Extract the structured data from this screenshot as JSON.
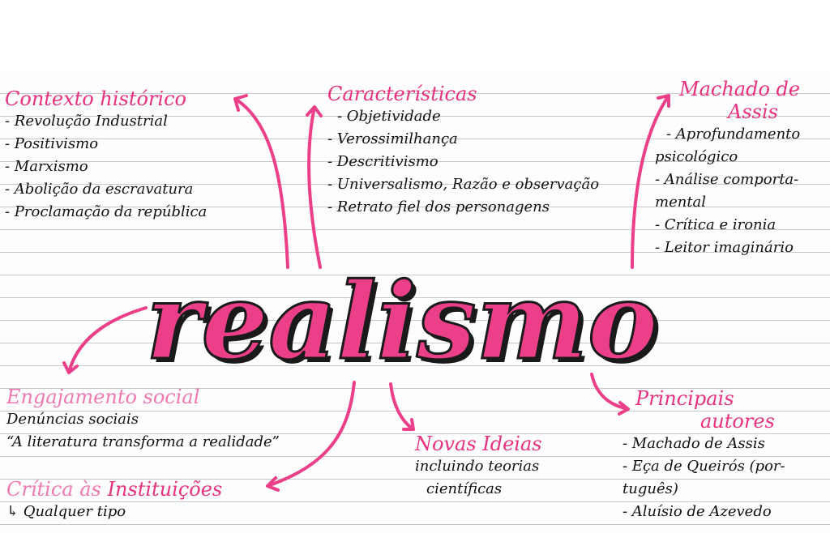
{
  "central_title": "realismo",
  "colors": {
    "heading": "#e8317f",
    "heading_light": "#ef79b0",
    "text": "#111111",
    "ruled_line": "#c9c9c9"
  },
  "contexto": {
    "title": "Contexto histórico",
    "items": [
      "- Revolução Industrial",
      "- Positivismo",
      "- Marxismo",
      "- Abolição da escravatura",
      "- Proclamação da república"
    ]
  },
  "caracteristicas": {
    "title": "Características",
    "items": [
      "- Objetividade",
      "- Verossimilhança",
      "- Descritivismo",
      "- Universalismo, Razão e observação",
      "- Retrato fiel dos personagens"
    ]
  },
  "machado": {
    "title_1": "Machado de",
    "title_2": "Assis",
    "items": [
      "- Aprofundamento",
      "psicológico",
      "- Análise comporta-",
      "mental",
      "- Crítica e ironia",
      "- Leitor imaginário"
    ]
  },
  "engajamento": {
    "title": "Engajamento social",
    "items": [
      "Denúncias sociais",
      "“A literatura transforma a realidade”"
    ]
  },
  "critica": {
    "title_1": "Crítica às",
    "title_2": "Instituições",
    "items": [
      "↳ Qualquer tipo"
    ]
  },
  "novas_ideias": {
    "title": "Novas Ideias",
    "items": [
      "incluindo teorias",
      "científicas"
    ]
  },
  "autores": {
    "title_1": "Principais",
    "title_2": "autores",
    "items": [
      "- Machado de Assis",
      "- Eça de Queirós (por-",
      "tuguês)",
      "- Aluísio de Azevedo"
    ]
  }
}
